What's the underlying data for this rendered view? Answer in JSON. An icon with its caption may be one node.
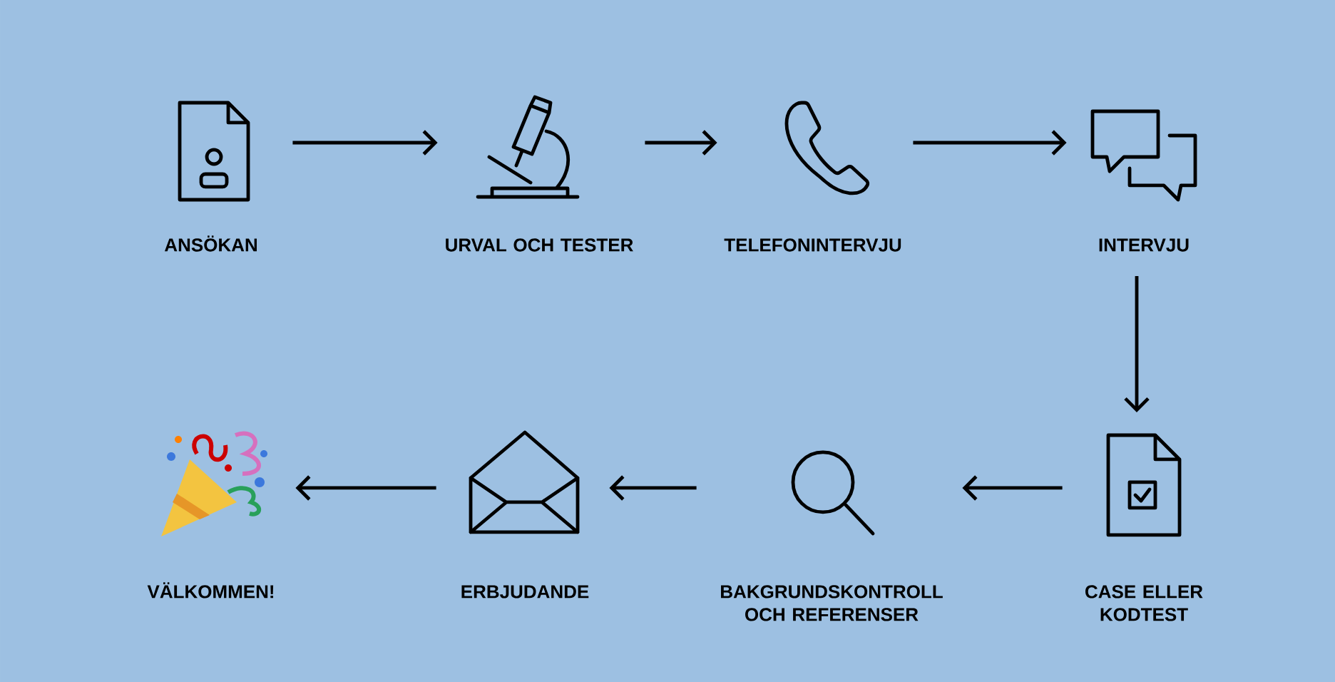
{
  "diagram": {
    "nodes": [
      {
        "text": [
          "ANSÖKAN"
        ]
      },
      {
        "text": [
          "URVAL OCH TESTER"
        ]
      },
      {
        "text": [
          "TELEFONINTERVJU"
        ]
      },
      {
        "text": [
          "INTERVJU"
        ]
      },
      {
        "text": [
          "CASE ELLER KODTEST"
        ]
      },
      {
        "text": [
          "BAKGRUNDSKONTROLL OCH REFERENSER"
        ]
      },
      {
        "text": [
          "ERBJUDANDE"
        ]
      },
      {
        "text": [
          "VÄLKOMMEN!"
        ]
      }
    ],
    "edges": [
      {
        "from": 0,
        "to": 1,
        "arrow": "to"
      },
      {
        "from": 1,
        "to": 2,
        "arrow": "to"
      },
      {
        "from": 2,
        "to": 3,
        "arrow": "to"
      },
      {
        "from": 3,
        "to": 4,
        "arrow": "to"
      },
      {
        "from": 4,
        "to": 5,
        "arrow": "to"
      },
      {
        "from": 5,
        "to": 6,
        "arrow": "to"
      },
      {
        "from": 6,
        "to": 7,
        "arrow": "to"
      }
    ]
  }
}
